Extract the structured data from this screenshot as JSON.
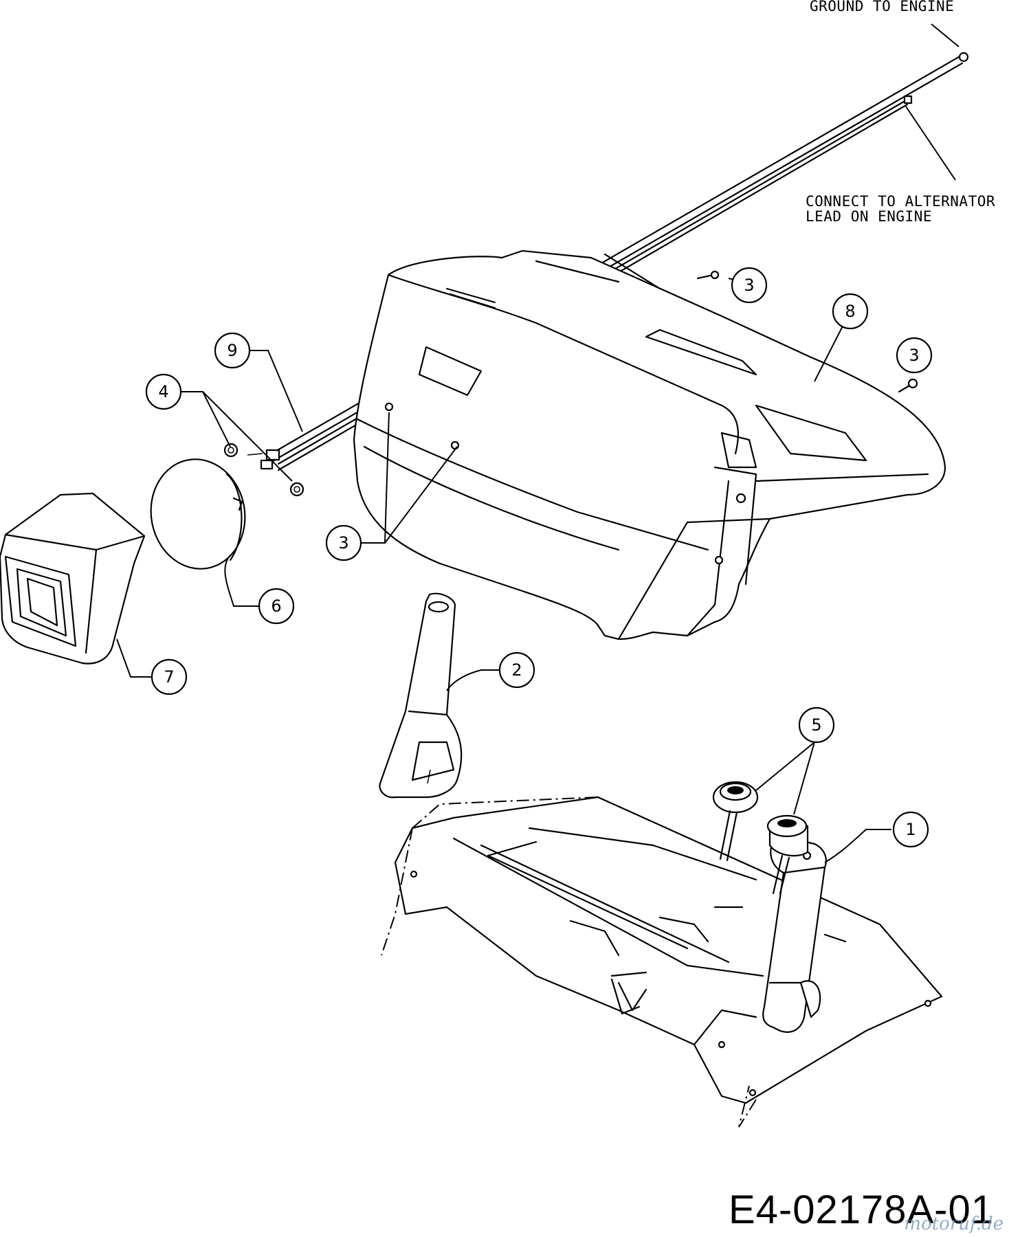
{
  "notes": {
    "ground": "GROUND TO ENGINE",
    "alternator_line1": "CONNECT TO ALTERNATOR",
    "alternator_line2": "LEAD ON ENGINE"
  },
  "callouts": [
    {
      "id": "c1",
      "number": "1",
      "part": "lever"
    },
    {
      "id": "c2",
      "number": "2",
      "part": "boot"
    },
    {
      "id": "c3a",
      "number": "3",
      "part": "screw"
    },
    {
      "id": "c3b",
      "number": "3",
      "part": "screw"
    },
    {
      "id": "c3c",
      "number": "3",
      "part": "screw"
    },
    {
      "id": "c4",
      "number": "4",
      "part": "nut"
    },
    {
      "id": "c5",
      "number": "5",
      "part": "knob"
    },
    {
      "id": "c6",
      "number": "6",
      "part": "lens"
    },
    {
      "id": "c7",
      "number": "7",
      "part": "headlight-housing"
    },
    {
      "id": "c8",
      "number": "8",
      "part": "hood"
    },
    {
      "id": "c9",
      "number": "9",
      "part": "wire-harness"
    }
  ],
  "drawing_number": "E4-02178A-01",
  "watermark": "motoruf.de"
}
